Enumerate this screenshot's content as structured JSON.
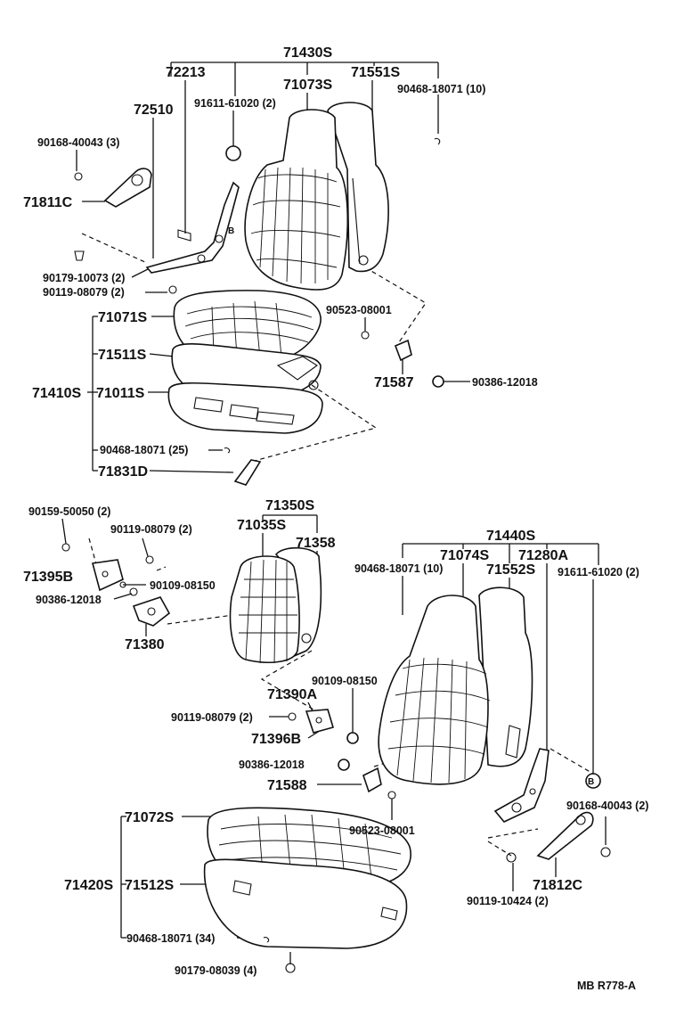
{
  "labels": {
    "p71430S": "71430S",
    "p72213": "72213",
    "p71073S": "71073S",
    "p71551S": "71551S",
    "p90468_10a": "90468-18071 (10)",
    "p72510": "72510",
    "p91611_2a": "91611-61020 (2)",
    "p90168_3": "90168-40043 (3)",
    "p71811C": "71811C",
    "p90179_2": "90179-10073 (2)",
    "p90119_2a": "90119-08079 (2)",
    "p71071S": "71071S",
    "p71511S": "71511S",
    "p71410S": "71410S",
    "p71011S": "71011S",
    "p90523a": "90523-08001",
    "p71587": "71587",
    "p90386a": "90386-12018",
    "p90468_25": "90468-18071 (25)",
    "p71831D": "71831D",
    "p90159_2": "90159-50050 (2)",
    "p71350S": "71350S",
    "p90119_2b": "90119-08079 (2)",
    "p71035S": "71035S",
    "p71358": "71358",
    "p71395B": "71395B",
    "p90109a": "90109-08150",
    "p90386b": "90386-12018",
    "p71380": "71380",
    "p71440S": "71440S",
    "p90468_10b": "90468-18071 (10)",
    "p71074S": "71074S",
    "p71280A": "71280A",
    "p71552S": "71552S",
    "p91611_2b": "91611-61020 (2)",
    "p90109b": "90109-08150",
    "p71390A": "71390A",
    "p90119_2c": "90119-08079 (2)",
    "p71396B": "71396B",
    "p90386c": "90386-12018",
    "p71588": "71588",
    "p90523b": "90523-08001",
    "p90168_2": "90168-40043 (2)",
    "p71072S": "71072S",
    "p71420S": "71420S",
    "p71512S": "71512S",
    "p90468_34": "90468-18071 (34)",
    "p90179_4": "90179-08039 (4)",
    "p90119_10424": "90119-10424 (2)",
    "p71812C": "71812C",
    "refB1": "B",
    "refB2": "B",
    "footer": "MB  R778-A"
  }
}
